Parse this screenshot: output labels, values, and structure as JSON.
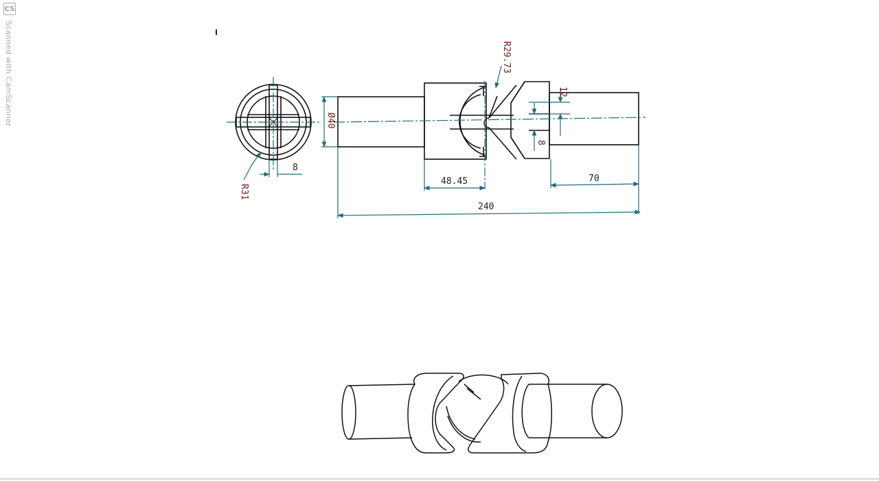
{
  "watermark": {
    "logo_text": "CS",
    "text": "Scanned with CamScanner"
  },
  "dimensions": {
    "radius_left": "R31",
    "key_width_left": "8",
    "diameter": "Ø40",
    "radius_top": "R29.73",
    "offset": "48.45",
    "shaft_length": "70",
    "overall_length": "240",
    "slot_top": "12",
    "slot_width": "8"
  },
  "colors": {
    "outline": "#111111",
    "dimension_line": "#1f6b7a",
    "center_line": "#1f6b7a",
    "dimension_text_red": "#7a1a1a",
    "dimension_text": "#222222"
  }
}
